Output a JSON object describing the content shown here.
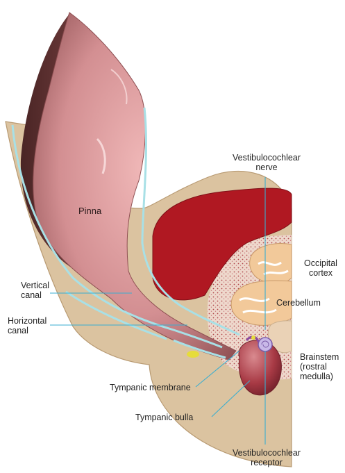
{
  "labels": {
    "pinna": "Pinna",
    "vertical_canal": "Vertical\ncanal",
    "horizontal_canal": "Horizontal\ncanal",
    "tympanic_membrane": "Tympanic membrane",
    "tympanic_bulla": "Tympanic bulla",
    "vestibulocochlear_nerve": "Vestibulocochlear\nnerve",
    "vestibulocochlear_receptor": "Vestibulocochlear\nreceptor",
    "occipital_cortex": "Occipital\ncortex",
    "cerebellum": "Cerebellum",
    "brainstem": "Brainstem\n(rostral\nmedulla)"
  },
  "colors": {
    "skin": "#dbc3a0",
    "skin_edge": "#b89a72",
    "pinna": "#d9989a",
    "pinna_dark": "#6b3a3a",
    "cartilage_line": "#a8e0e6",
    "brain_red": "#b01822",
    "brain_tissue": "#f2c99a",
    "brainstem": "#ead2b6",
    "bone_dotted": "#eed8cc",
    "bulla": "#a83a45",
    "leader_line": "#3aaed0"
  }
}
